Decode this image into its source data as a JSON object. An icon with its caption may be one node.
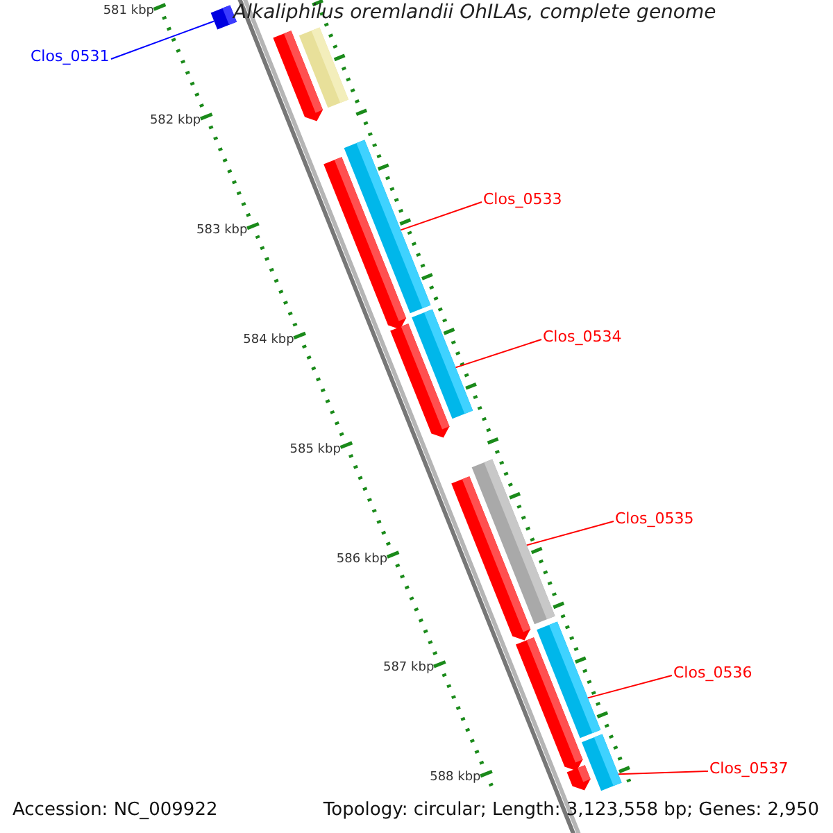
{
  "diagram": {
    "title": "Alkaliphilus oremlandii OhILAs, complete genome",
    "nodes": [
      {
        "text": [
          "Clos_0531"
        ]
      },
      {
        "text": [],
        "shape": "bar"
      },
      {
        "text": [
          "Clos_0533"
        ]
      },
      {
        "text": [],
        "shape": "bar"
      },
      {
        "text": [
          "Clos_0534"
        ]
      },
      {
        "text": [],
        "shape": "bar"
      },
      {
        "text": [
          "Clos_0535"
        ]
      },
      {
        "text": [],
        "shape": "bar"
      },
      {
        "text": [
          "Clos_0536"
        ]
      },
      {
        "text": [],
        "shape": "bar"
      },
      {
        "text": [
          "Clos_0537"
        ]
      },
      {
        "text": [],
        "shape": "bar"
      }
    ],
    "edges": [
      {
        "from": 0,
        "to": 1,
        "arrow": "none",
        "color": "#0000ff"
      },
      {
        "from": 2,
        "to": 3,
        "arrow": "none"
      },
      {
        "from": 4,
        "to": 5,
        "arrow": "none"
      },
      {
        "from": 6,
        "to": 7,
        "arrow": "none"
      },
      {
        "from": 8,
        "to": 9,
        "arrow": "none"
      },
      {
        "from": 10,
        "to": 11,
        "arrow": "none"
      }
    ],
    "labels": [
      "581 kbp",
      "582 kbp",
      "583 kbp",
      "584 kbp",
      "585 kbp",
      "586 kbp",
      "587 kbp",
      "588 kbp",
      "Accession: NC_009922",
      "Topology: circular; Length: 3,123,558 bp; Genes: 2,950"
    ]
  }
}
